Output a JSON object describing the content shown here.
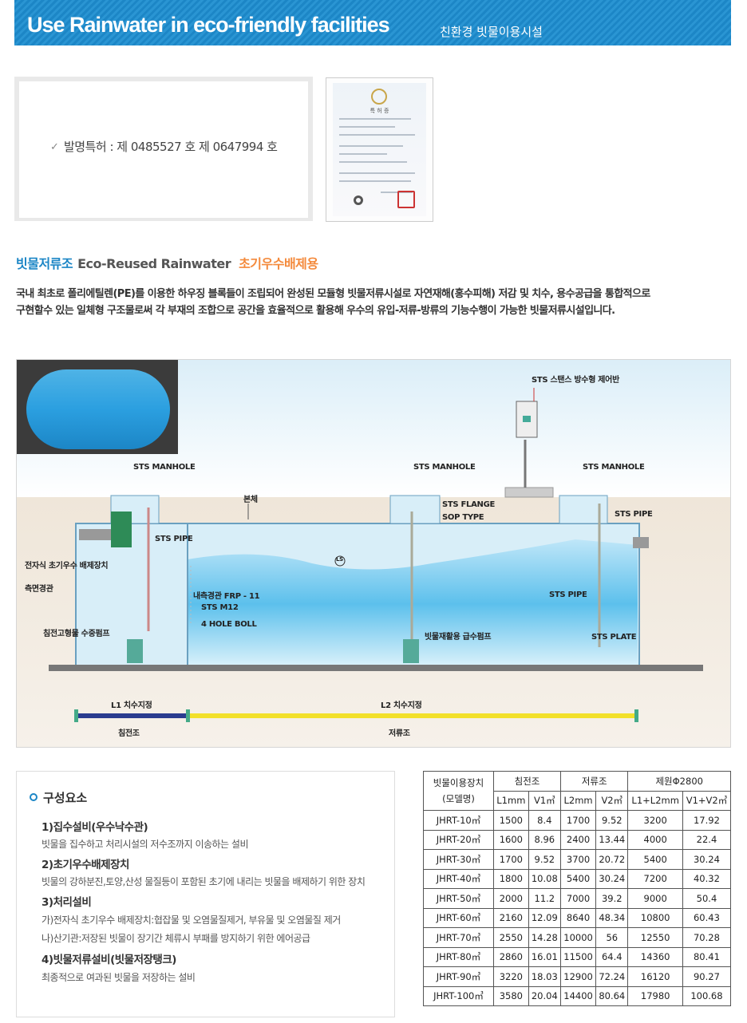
{
  "header": {
    "title": "Use Rainwater in eco-friendly facilities",
    "subtitle": "친환경 빗물이용시설"
  },
  "patent": {
    "check": "✓",
    "text": "발명특허 : 제 0485527 호  제 0647994 호",
    "cert_title": "특 허 증"
  },
  "section": {
    "title_ko": "빗물저류조",
    "title_en": "Eco-Reused Rainwater",
    "title_sub": "초기우수배제용",
    "desc1": "국내 최초로 폴리에틸렌(PE)를 이용한 하우징 블록들이 조립되어 완성된 모듈형 빗물저류시설로 자연재해(홍수피해) 저감 및 치수, 용수공급을 통합적으로",
    "desc2": "구현할수 있는 일체형 구조물로써 각 부재의 조합으로 공간을 효율적으로 활용해 우수의 유입-저류-방류의 기능수행이 가능한 빗물저류시설입니다."
  },
  "diagram": {
    "control": "STS 스탠스 방수형 제어반",
    "manhole1": "STS MANHOLE",
    "manhole2": "STS MANHOLE",
    "manhole3": "STS MANHOLE",
    "body": "본체",
    "flange": "STS FLANGE",
    "sop": "SOP TYPE",
    "pipe_r": "STS PIPE",
    "pipe_l": "STS PIPE",
    "device": "전자식 초기우수 배제장치",
    "side": "측면경관",
    "frp": "내측경관 FRP - 11",
    "m12": "STS M12",
    "bolt": "4  HOLE BOLL",
    "pump_l": "침전고형물 수중펌프",
    "pump_r": "빗물재활용 급수펌프",
    "pipe_mid": "STS PIPE",
    "plate": "STS PLATE",
    "l1": "L1 치수지정",
    "l2": "L2 치수지정",
    "tank1": "침전조",
    "tank2": "저류조",
    "ls": "LS"
  },
  "components": {
    "heading": "구성요소",
    "i1": "1)집수설비(우수낙수관)",
    "d1": "빗물을 집수하고 처리시설의 저수조까지 이송하는 설비",
    "i2": "2)초기우수배제장치",
    "d2": "빗물의 강하분진,토양,산성 물질등이 포함된 초기에 내리는 빗물을 배제하기 위한 장치",
    "i3": "3)처리설비",
    "d3a": "가)전자식 초기우수 배제장치:협잡물 및 오염물질제거, 부유물 및 오염물질 제거",
    "d3b": "나)산기관:저장된 빗물이 장기간 체류시 부패를 방지하기 위한 에어공급",
    "i4": "4)빗물저류설비(빗물저장탱크)",
    "d4": "최종적으로 여과된 빗물을 저장하는 설비"
  },
  "table": {
    "h_model": "빗물이용장치",
    "h_model2": "(모델명)",
    "h_settle": "침전조",
    "h_store": "저류조",
    "h_spec": "제원Φ2800",
    "sub": [
      "L1mm",
      "V1㎥",
      "L2mm",
      "V2㎥",
      "L1+L2mm",
      "V1+V2㎥"
    ],
    "rows": [
      [
        "JHRT-10㎥",
        "1500",
        "8.4",
        "1700",
        "9.52",
        "3200",
        "17.92"
      ],
      [
        "JHRT-20㎥",
        "1600",
        "8.96",
        "2400",
        "13.44",
        "4000",
        "22.4"
      ],
      [
        "JHRT-30㎥",
        "1700",
        "9.52",
        "3700",
        "20.72",
        "5400",
        "30.24"
      ],
      [
        "JHRT-40㎥",
        "1800",
        "10.08",
        "5400",
        "30.24",
        "7200",
        "40.32"
      ],
      [
        "JHRT-50㎥",
        "2000",
        "11.2",
        "7000",
        "39.2",
        "9000",
        "50.4"
      ],
      [
        "JHRT-60㎥",
        "2160",
        "12.09",
        "8640",
        "48.34",
        "10800",
        "60.43"
      ],
      [
        "JHRT-70㎥",
        "2550",
        "14.28",
        "10000",
        "56",
        "12550",
        "70.28"
      ],
      [
        "JHRT-80㎥",
        "2860",
        "16.01",
        "11500",
        "64.4",
        "14360",
        "80.41"
      ],
      [
        "JHRT-90㎥",
        "3220",
        "18.03",
        "12900",
        "72.24",
        "16120",
        "90.27"
      ],
      [
        "JHRT-100㎥",
        "3580",
        "20.04",
        "14400",
        "80.64",
        "17980",
        "100.68"
      ]
    ]
  }
}
